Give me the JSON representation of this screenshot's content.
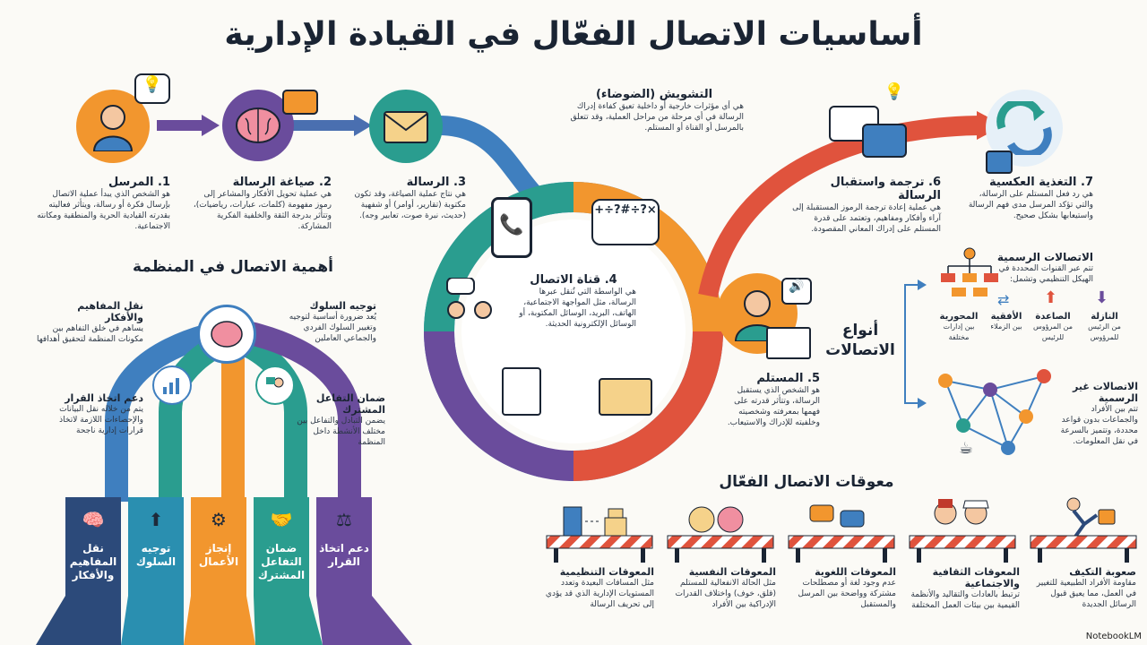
{
  "title": "أساسيات الاتصال الفعّال في القيادة الإدارية",
  "steps": [
    {
      "num_title": "1. المرسل",
      "desc": "هو الشخص الذي يبدأ عملية الاتصال بإرسال فكرة أو رسالة، ويتأثر فعاليته بقدرته القيادية الحرية والمنطقية ومكانته الاجتماعية."
    },
    {
      "num_title": "2. صياغة الرسالة",
      "desc": "هي عملية تحويل الأفكار والمشاعر إلى رموز مفهومة (كلمات، عبارات، رياضيات)، وتتأثر بدرجة الثقة والخلفية الفكرية المشاركة."
    },
    {
      "num_title": "3. الرسالة",
      "desc": "هي نتاج عملية الصياغة، وقد تكون مكتوبة (تقارير، أوامر) أو شفهية (حديث، نبرة صوت، تعابير وجه)."
    },
    {
      "num_title": "4. قناة الاتصال",
      "desc": "هي الواسطة التي تُنقل عبرها الرسالة، مثل المواجهة الاجتماعية، الهاتف، البريد، الوسائل المكتوبة، أو الوسائل الإلكترونية الحديثة."
    },
    {
      "num_title": "5. المستلم",
      "desc": "هو الشخص الذي يستقبل الرسالة، وتتأثر قدرته على فهمها بمعرفته وشخصيته وخلفيته للإدراك والاستيعاب."
    },
    {
      "num_title": "6. ترجمة واستقبال الرسالة",
      "desc": "هي عملية إعادة ترجمة الرموز المستقبلة إلى آراء وأفكار ومفاهيم، وتعتمد على قدرة المستلم على إدراك المعاني المقصودة."
    },
    {
      "num_title": "7. التغذية العكسية",
      "desc": "هي رد فعل المستلم على الرسالة، والتي تؤكد المرسل مدى فهم الرسالة واستيعابها بشكل صحيح."
    }
  ],
  "noise": {
    "title": "التشويش (الضوضاء)",
    "desc": "هي أي مؤثرات خارجية أو داخلية تعيق كفاءة إدراك الرسالة في أي مرحلة من مراحل العملية، وقد تتعلق بالمرسل أو القناة أو المستلم."
  },
  "symbols": "+÷?#÷?×",
  "importance": {
    "title": "أهمية الاتصال في المنظمة",
    "items": [
      {
        "title": "نقل المفاهيم والأفكار",
        "desc": "يساهم في خلق التفاهم بين مكونات المنظمة لتحقيق أهدافها"
      },
      {
        "title": "توجيه السلوك",
        "desc": "يُعد ضرورة أساسية لتوجيه وتغيير السلوك الفردي والجماعي العاملين"
      },
      {
        "title": "دعم اتخاذ القرار",
        "desc": "يتم من خلاله نقل البيانات والإحصاءات اللازمة لاتخاذ قرارات إدارية ناجحة"
      },
      {
        "title": "ضمان التفاعل المشترك",
        "desc": "يضمن التبادل والتفاعل بين مختلف الأنشطة داخل المنظمة"
      }
    ],
    "pillars": [
      "نقل المفاهيم والأفكار",
      "توجيه السلوك",
      "إنجاز الأعمال",
      "ضمان التفاعل المشترك",
      "دعم اتخاذ القرار"
    ]
  },
  "types": {
    "title": "أنواع الاتصالات",
    "formal": {
      "title": "الاتصالات الرسمية",
      "desc": "تتم عبر القنوات المحددة في الهيكل التنظيمي وتشمل:",
      "kinds": [
        {
          "title": "المحورية",
          "desc": "بين إدارات مختلفة"
        },
        {
          "title": "الأفقية",
          "desc": "بين الزملاء"
        },
        {
          "title": "الصاعدة",
          "desc": "من المرؤوس للرئيس"
        },
        {
          "title": "النازلة",
          "desc": "من الرئيس للمرؤوس"
        }
      ]
    },
    "informal": {
      "title": "الاتصالات غير الرسمية",
      "desc": "تتم بين الأفراد والجماعات بدون قواعد محددة، وتتميز بالسرعة في نقل المعلومات."
    }
  },
  "barriers": {
    "title": "معوقات الاتصال الفعّال",
    "items": [
      {
        "title": "صعوبة التكيف",
        "desc": "مقاومة الأفراد الطبيعية للتغيير في العمل، مما يعيق قبول الرسائل الجديدة"
      },
      {
        "title": "المعوقات الثقافية والاجتماعية",
        "desc": "ترتبط بالعادات والتقاليد والأنظمة القيمية بين بيئات العمل المختلفة"
      },
      {
        "title": "المعوقات اللغوية",
        "desc": "عدم وجود لغة أو مصطلحات مشتركة وواضحة بين المرسل والمستقبل"
      },
      {
        "title": "المعوقات النفسية",
        "desc": "مثل الحالة الانفعالية للمستلم (قلق، خوف) واختلاف القدرات الإدراكية بين الأفراد"
      },
      {
        "title": "المعوقات التنظيمية",
        "desc": "مثل المسافات البعيدة وتعدد المستويات الإدارية الذي قد يؤدي إلى تحريف الرسالة"
      }
    ]
  },
  "watermark": "NotebookLM",
  "colors": {
    "purple": "#6a4c9c",
    "blue": "#3f7fbf",
    "teal": "#2a9d8f",
    "orange": "#f2962e",
    "red": "#e0533d",
    "navy": "#2c4a7a"
  }
}
